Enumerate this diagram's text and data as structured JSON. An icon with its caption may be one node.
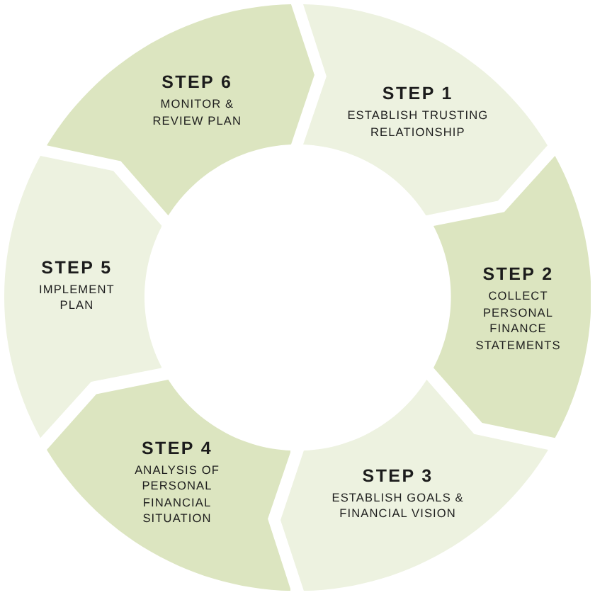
{
  "diagram": {
    "nodes": [
      {
        "text": [
          "STEP 1",
          "ESTABLISH TRUSTING RELATIONSHIP"
        ]
      },
      {
        "text": [
          "STEP 2",
          "COLLECT PERSONAL FINANCE STATEMENTS"
        ]
      },
      {
        "text": [
          "STEP 3",
          "ESTABLISH GOALS & FINANCIAL VISION"
        ]
      },
      {
        "text": [
          "STEP 4",
          "ANALYSIS OF PERSONAL FINANCIAL SITUATION"
        ]
      },
      {
        "text": [
          "STEP 5",
          "IMPLEMENT PLAN"
        ]
      },
      {
        "text": [
          "STEP 6",
          "MONITOR & REVIEW PLAN"
        ]
      }
    ]
  }
}
